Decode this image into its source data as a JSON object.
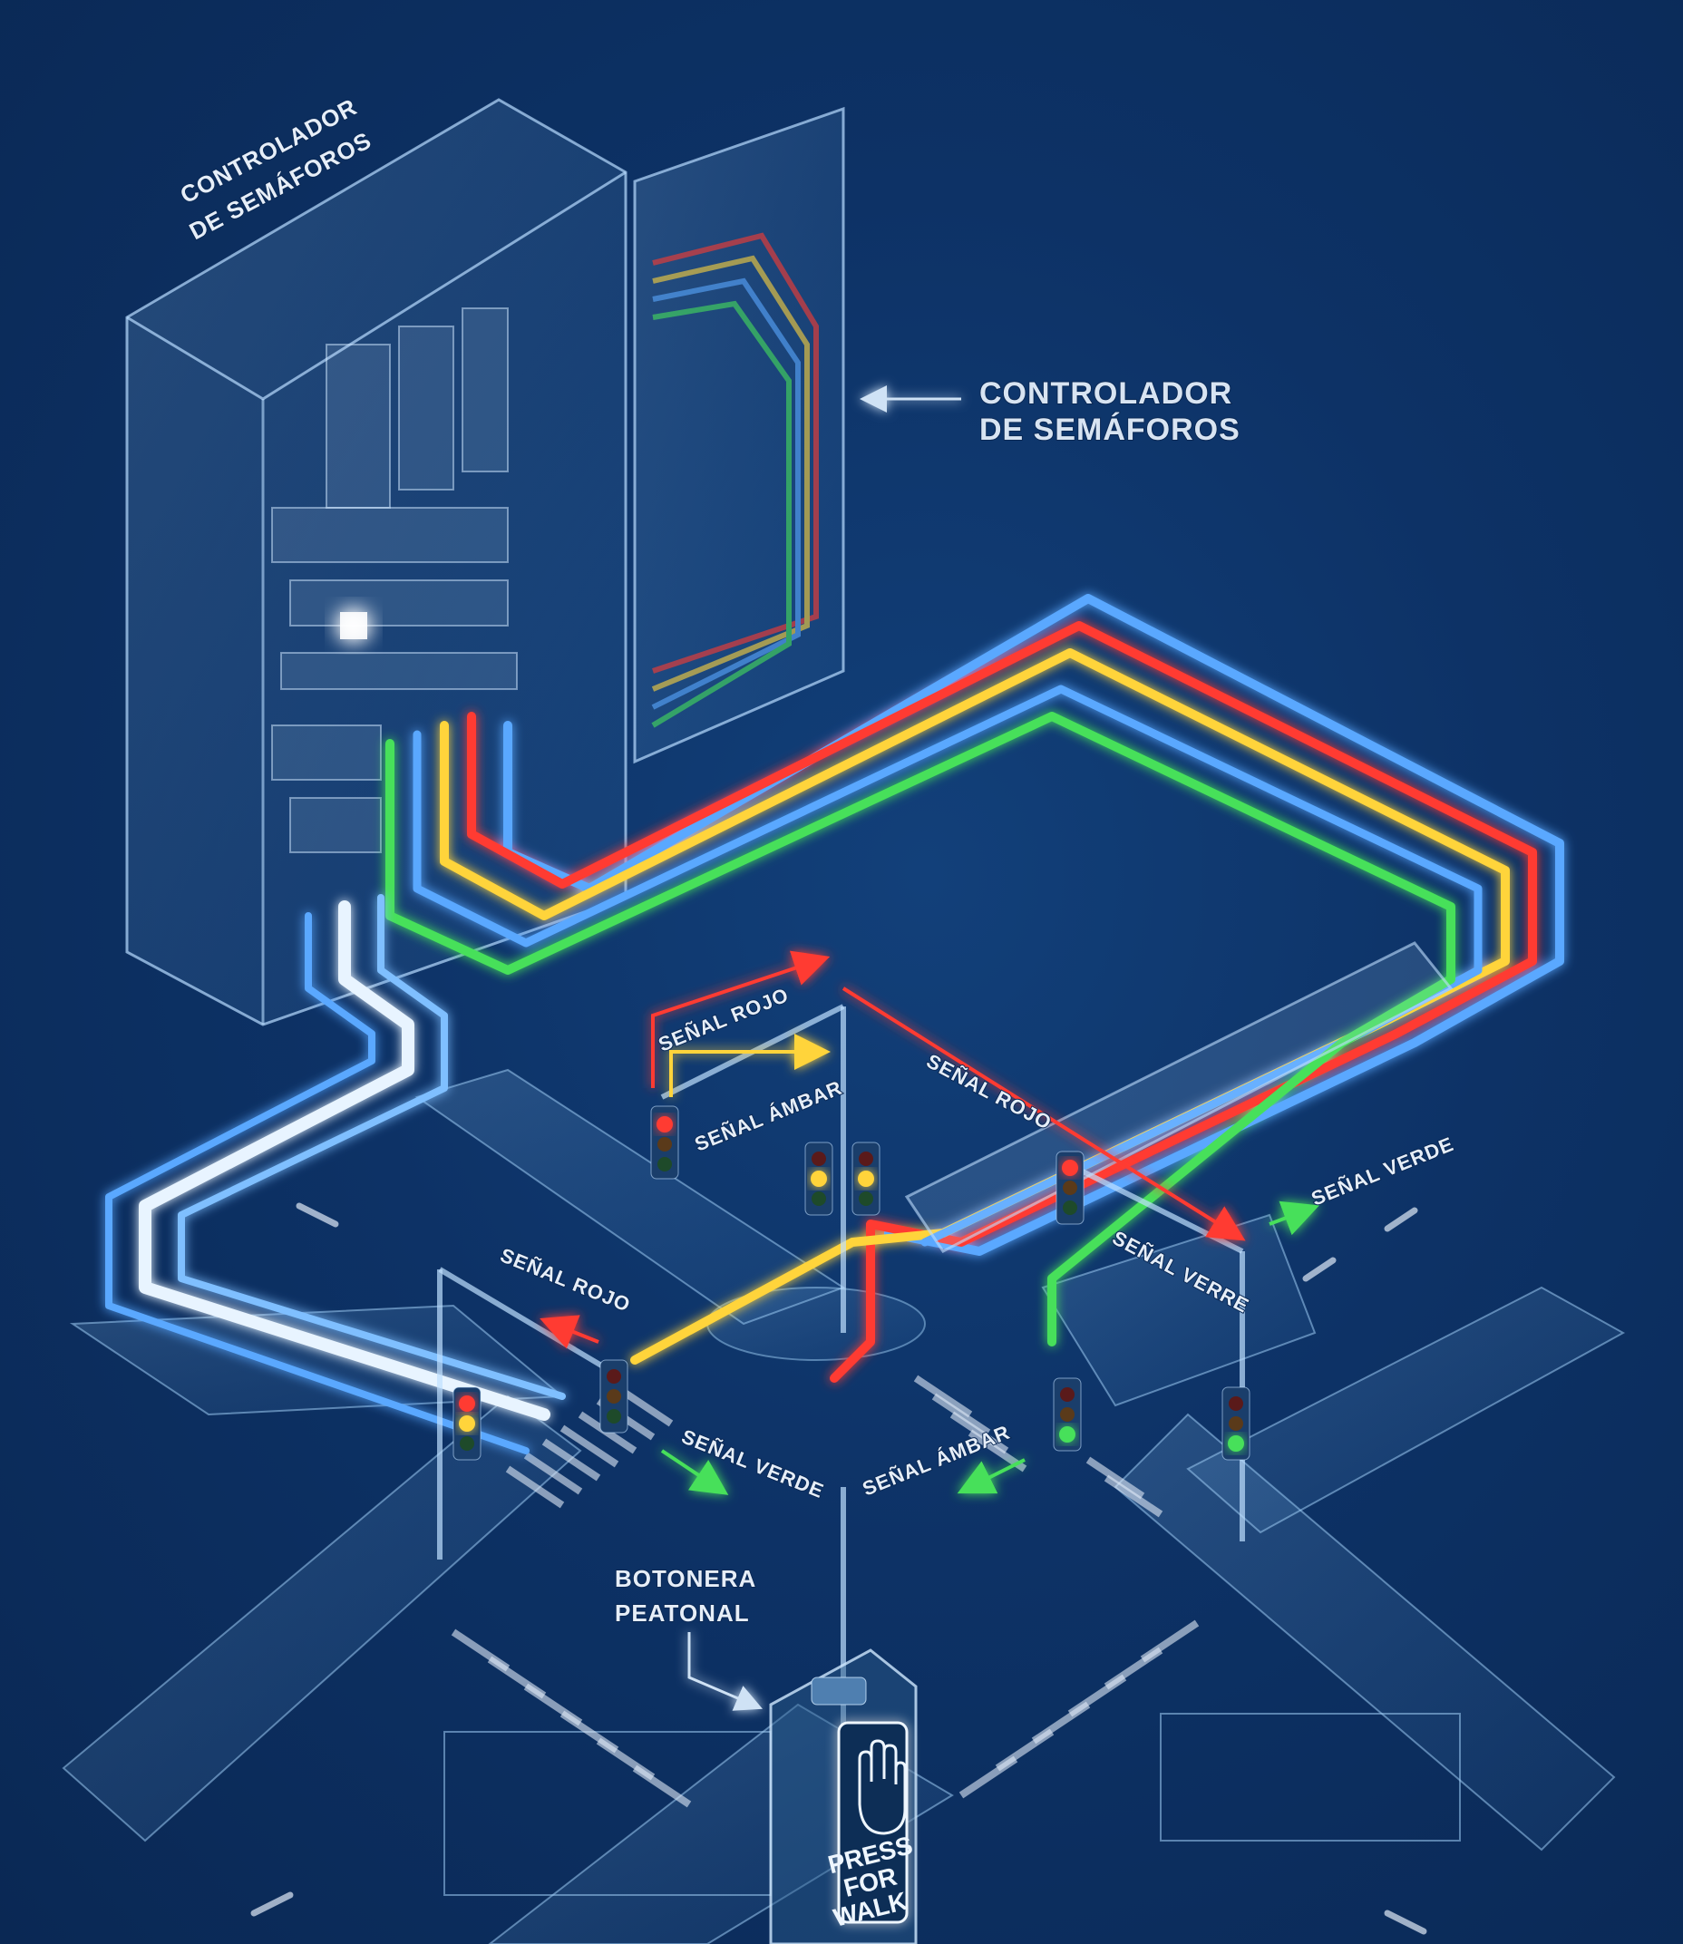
{
  "labels": {
    "controller_top_line1": "CONTROLADOR",
    "controller_top_line2": "DE SEMÁFOROS",
    "controller_side_line1": "CONTROLADOR",
    "controller_side_line2": "DE SEMÁFOROS",
    "pedestrian_line1": "BOTONERA",
    "pedestrian_line2": "PEATONAL",
    "senal_rojo_1": "SEÑAL ROJO",
    "senal_ambar_1": "SEÑAL ÁMBAR",
    "senal_rojo_2": "SEÑAL ROJO",
    "senal_verde_1": "SEÑAL VERDE",
    "senal_verre": "SEÑAL VERRE",
    "senal_rojo_3": "SEÑAL ROJO",
    "senal_verde_2": "SEÑAL VERDE",
    "senal_ambar_2": "SEÑAL ÁMBAR"
  },
  "button_panel": {
    "line1": "PRESS",
    "line2": "FOR",
    "line3": "WALK"
  },
  "wire_colors": {
    "red": "#ff3b30",
    "amber": "#ffd43b",
    "green": "#46e05a",
    "blue": "#5aa8ff",
    "white": "#e8f4ff"
  },
  "icons": [
    "hand-icon",
    "arrow-icon",
    "traffic-light-icon"
  ]
}
